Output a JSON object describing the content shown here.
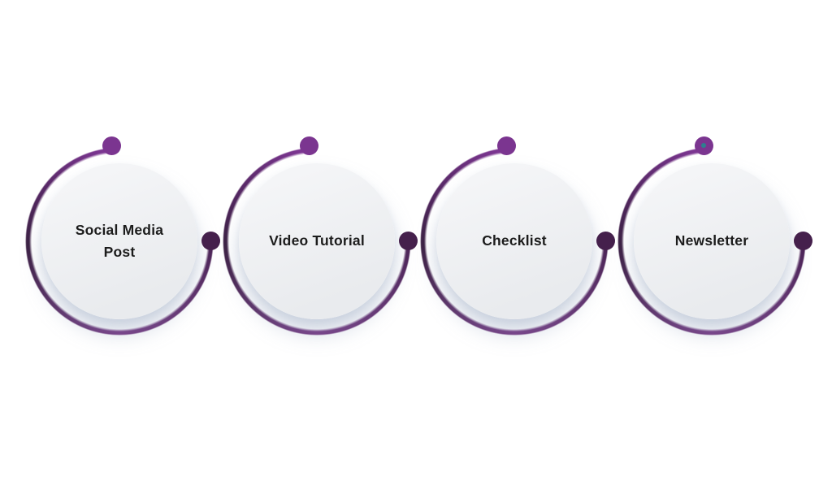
{
  "theme": {
    "bg": "#ffffff",
    "arc-north": "#7d3693",
    "arc-west": "#3a1f42",
    "arc-south": "#72317f",
    "arc-east": "#4a2254",
    "dot-top": "#7b3590",
    "dot-right": "#45204c",
    "handle": "#2e7f8f",
    "circle-fill": "#eceef1",
    "text": "#1c1c1c"
  },
  "diagram": {
    "type": "process-circle-steps",
    "items": [
      {
        "label": "Social Media Post"
      },
      {
        "label": "Video Tutorial"
      },
      {
        "label": "Checklist"
      },
      {
        "label": "Newsletter",
        "handle_dot": true
      }
    ]
  }
}
